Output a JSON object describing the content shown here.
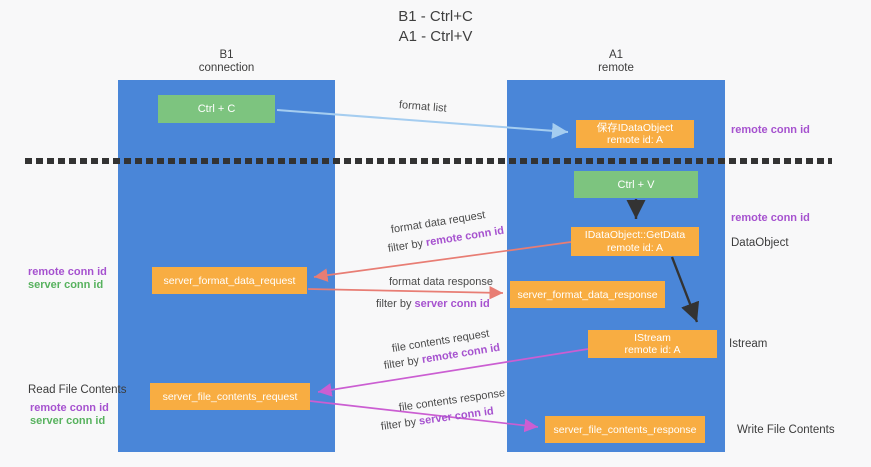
{
  "title": {
    "line1": "B1 - Ctrl+C",
    "line2": "A1 - Ctrl+V"
  },
  "columns": {
    "left": {
      "name": "B1",
      "role": "connection"
    },
    "right": {
      "name": "A1",
      "role": "remote"
    }
  },
  "boxes": {
    "ctrl_c": {
      "label": "Ctrl + C"
    },
    "ctrl_v": {
      "label": "Ctrl + V"
    },
    "save_idataobject": {
      "line1": "保存IDataObject",
      "line2": "remote id: A"
    },
    "getdata": {
      "line1": "IDataObject::GetData",
      "line2": "remote id: A"
    },
    "istream": {
      "line1": "IStream",
      "line2": "remote id: A"
    },
    "format_request": {
      "label": "server_format_data_request"
    },
    "format_response": {
      "label": "server_format_data_response"
    },
    "file_request": {
      "label": "server_file_contents_request"
    },
    "file_response": {
      "label": "server_file_contents_response"
    }
  },
  "side_labels": {
    "save_remote_conn_id": "remote conn id",
    "getdata_remote_conn_id": "remote conn id",
    "dataobject": "DataObject",
    "istream": "Istream",
    "write_file_contents": "Write File Contents",
    "read_file_contents": "Read File Contents",
    "top_left_remote_conn_id": "remote conn id",
    "top_left_server_conn_id": "server conn id",
    "bottom_left_remote_conn_id": "remote conn id",
    "bottom_left_server_conn_id": "server conn id"
  },
  "arrow_labels": {
    "format_list": "format list",
    "format_data_request": "format data request",
    "format_data_request_filter_prefix": "filter by ",
    "format_data_request_filter_id": "remote conn id",
    "format_data_response": "format data response",
    "format_data_response_filter_prefix": "filter by ",
    "format_data_response_filter_id": "server conn id",
    "file_contents_request": "file contents request",
    "file_contents_request_filter_prefix": "filter by ",
    "file_contents_request_filter_id": "remote conn id",
    "file_contents_response": "file contents response",
    "file_contents_response_filter_prefix": "filter by ",
    "file_contents_response_filter_id": "server conn id"
  },
  "colors": {
    "column_blue": "#4a86d8",
    "box_green": "#7dc47f",
    "box_orange": "#f8ad42",
    "arrow_light_blue": "#a5cdf0",
    "arrow_red": "#e87d74",
    "arrow_magenta": "#cb5ed2",
    "arrow_black": "#333333",
    "text_purple": "#a652cf",
    "text_green": "#57b25e"
  }
}
